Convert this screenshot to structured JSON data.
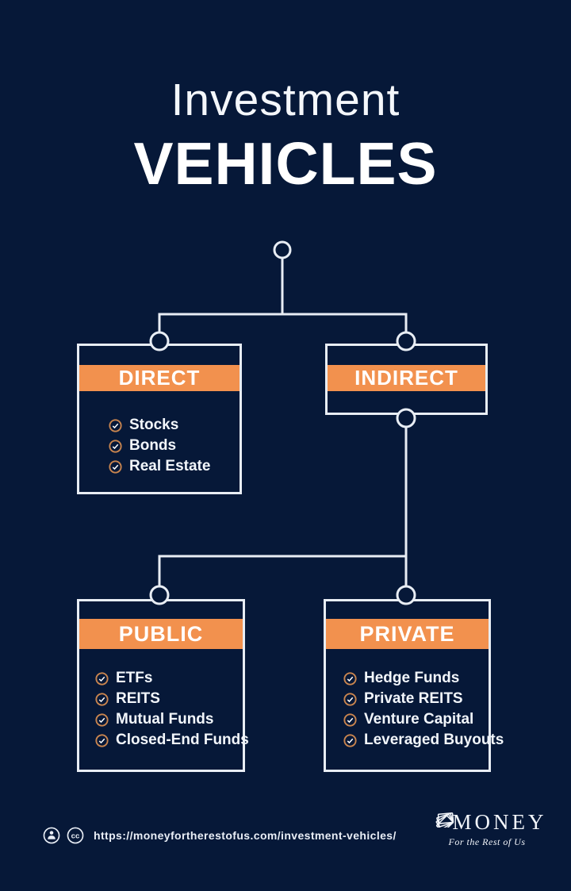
{
  "title": {
    "line1": "Investment",
    "line2": "VEHICLES"
  },
  "boxes": {
    "direct": {
      "label": "DIRECT",
      "items": [
        "Stocks",
        "Bonds",
        "Real Estate"
      ]
    },
    "indirect": {
      "label": "INDIRECT",
      "items": []
    },
    "public": {
      "label": "PUBLIC",
      "items": [
        "ETFs",
        "REITS",
        "Mutual Funds",
        "Closed-End Funds"
      ]
    },
    "private": {
      "label": "PRIVATE",
      "items": [
        "Hedge Funds",
        "Private REITS",
        "Venture Capital",
        "Leveraged Buyouts"
      ]
    }
  },
  "footer": {
    "url": "https://moneyfortherestofus.com/investment-vehicles/",
    "license_icons": [
      "cc-attribution-icon",
      "cc-icon"
    ],
    "logo": {
      "name": "MONEY",
      "tagline": "For the Rest of Us",
      "icon": "money-fan-icon"
    }
  },
  "colors": {
    "background": "#061838",
    "accent_orange": "#F2914E",
    "line_white": "#E8EDF4",
    "check_ring": "#C9854F"
  }
}
